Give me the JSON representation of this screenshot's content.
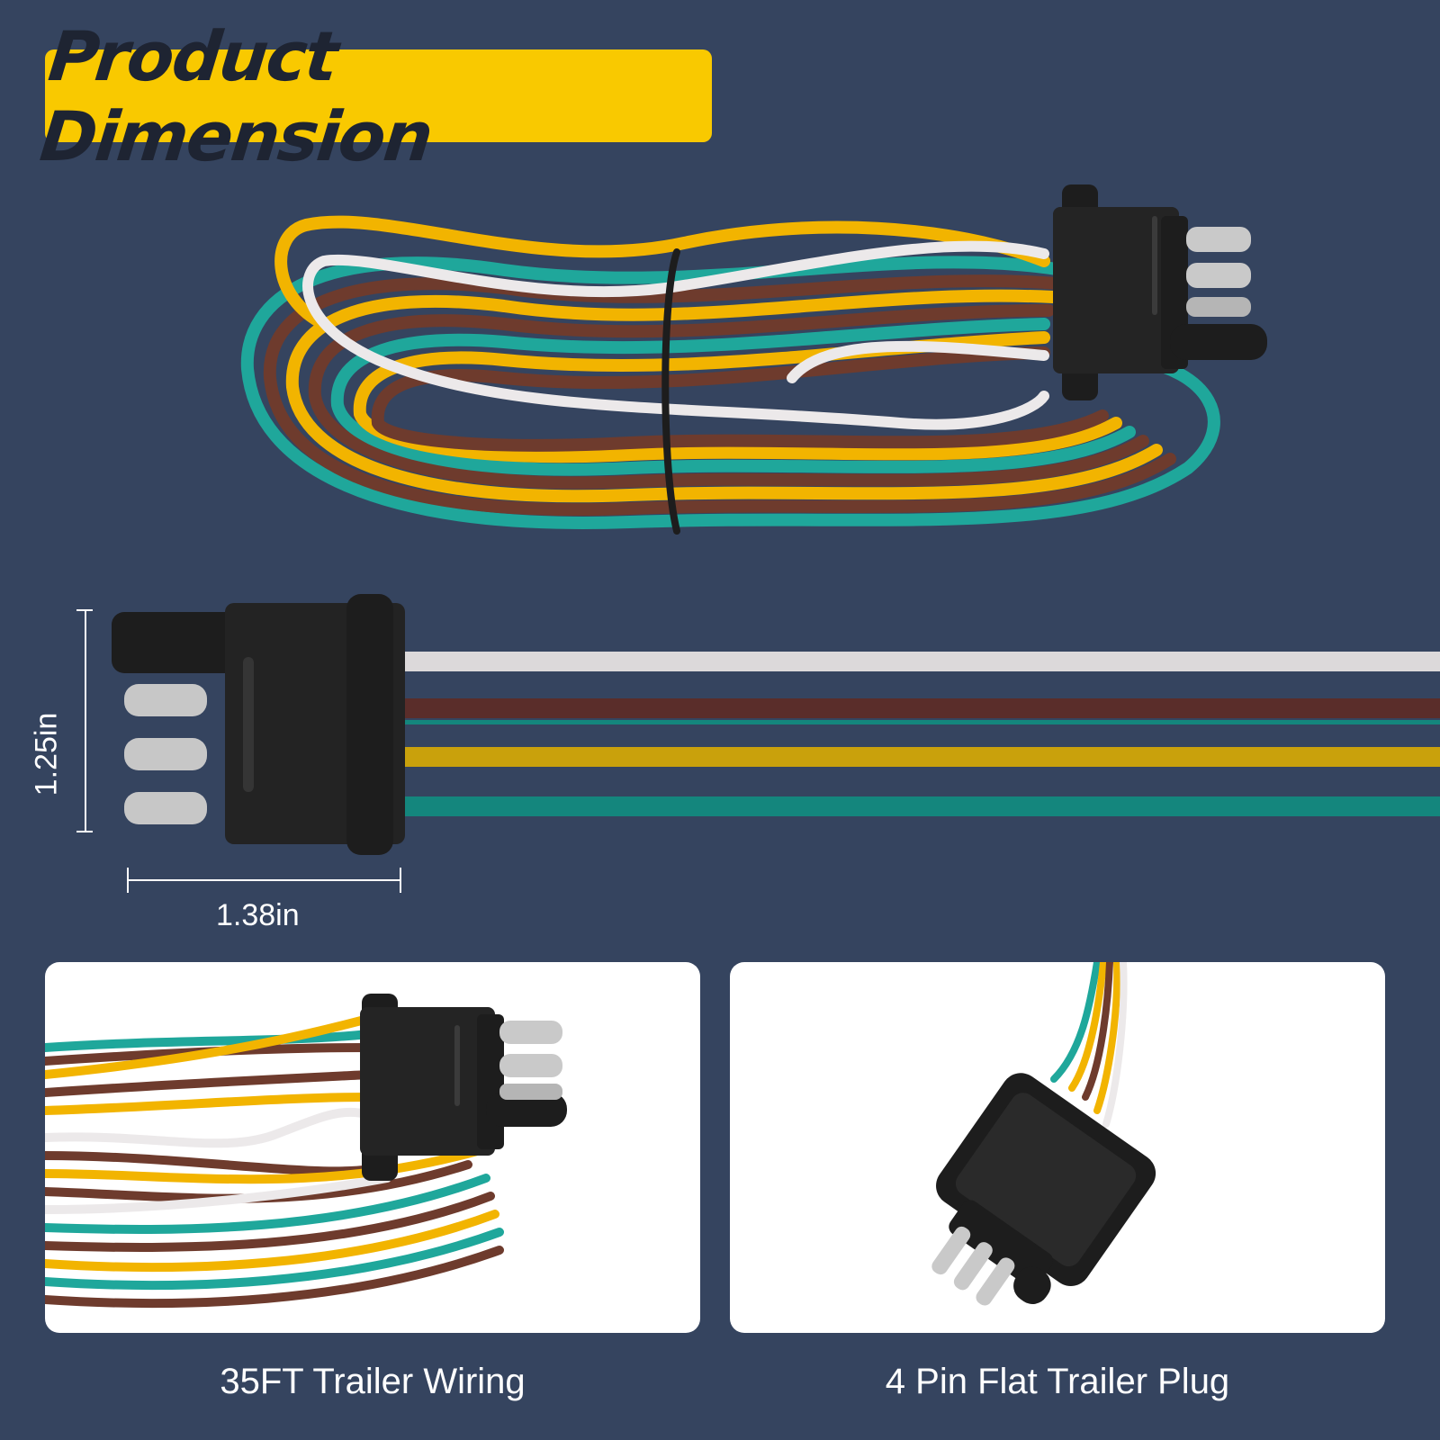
{
  "header": {
    "title": "Product Dimension"
  },
  "dimensions": {
    "height": "1.25in",
    "width": "1.38in"
  },
  "features": [
    {
      "caption": "35FT Trailer Wiring"
    },
    {
      "caption": "4 Pin Flat Trailer Plug"
    }
  ],
  "colors": {
    "background": "#35445f",
    "banner": "#f9c900",
    "wire_white": "#ece9ea",
    "wire_brown": "#6e3b2d",
    "wire_yellow": "#f2b400",
    "wire_green": "#1fa79b",
    "connector": "#1d1d1d"
  },
  "icons": {
    "connector": "flat-4-pin-connector",
    "pins": "metal-pin"
  }
}
